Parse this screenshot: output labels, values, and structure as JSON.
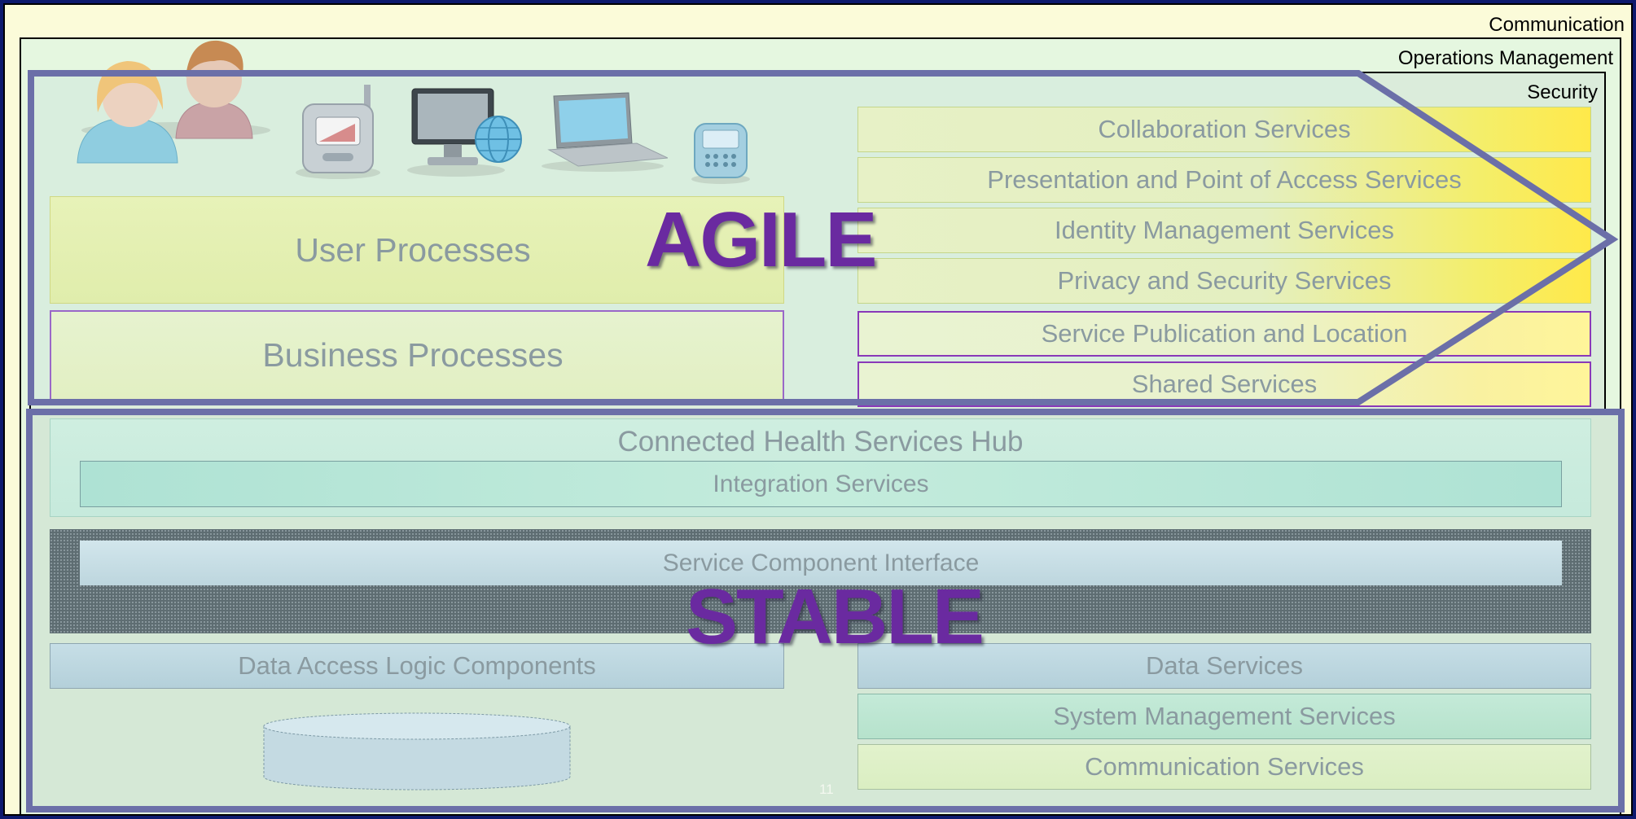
{
  "frames": {
    "communication": "Communication",
    "operations_management": "Operations Management",
    "security": "Security"
  },
  "agile": {
    "label": "AGILE",
    "user_processes": "User Processes",
    "business_processes": "Business Processes",
    "services": [
      "Collaboration Services",
      "Presentation and Point of Access Services",
      "Identity Management Services",
      "Privacy and Security Services",
      "Service Publication and Location",
      "Shared Services"
    ]
  },
  "stable": {
    "label": "STABLE",
    "hub": "Connected Health Services Hub",
    "integration": "Integration Services",
    "sci": "Service Component Interface",
    "data_access": "Data Access Logic Components",
    "right_services": [
      "Data Services",
      "System Management Services",
      "Communication Services"
    ]
  },
  "icons": {
    "people": "people-icon",
    "phone": "phone-icon",
    "desktop": "desktop-globe-icon",
    "laptop": "laptop-icon",
    "handheld": "handheld-icon",
    "database": "database-icon"
  },
  "colors": {
    "accent_purple": "#6a2aa0",
    "frame_outline": "#6b6fa8",
    "background_navy": "#0d1a6e"
  },
  "page_number": "11"
}
